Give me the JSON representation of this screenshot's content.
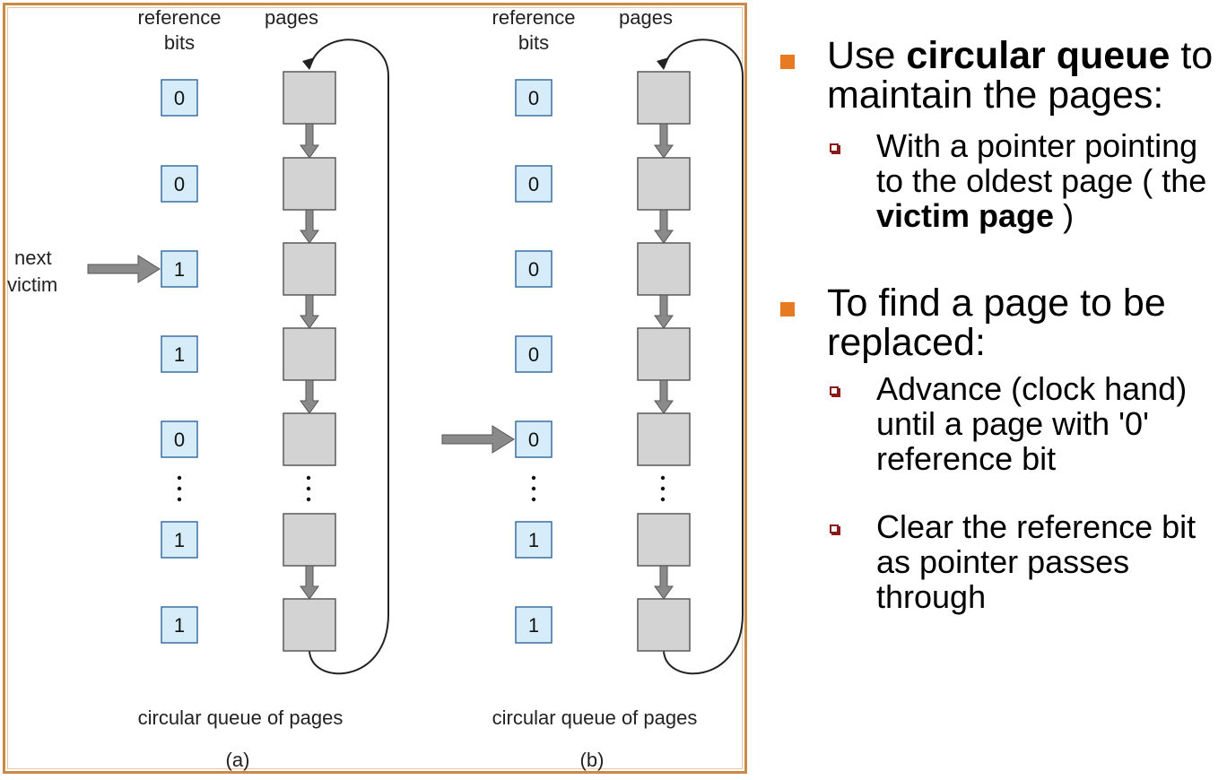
{
  "diagram": {
    "header_reference": [
      "reference",
      "bits"
    ],
    "header_pages": "pages",
    "caption": "circular queue of pages",
    "next_victim": [
      "next",
      "victim"
    ],
    "panels": [
      {
        "label": "(a)",
        "bits": [
          "0",
          "0",
          "1",
          "1",
          "0",
          "1",
          "1"
        ],
        "pointer_row": 2,
        "show_next_victim_label": true
      },
      {
        "label": "(b)",
        "bits": [
          "0",
          "0",
          "0",
          "0",
          "0",
          "1",
          "1"
        ],
        "pointer_row": 4,
        "show_next_victim_label": false
      }
    ],
    "colors": {
      "bit_fill": "#d6ecf8",
      "bit_stroke": "#3a6fa0",
      "page_fill": "#d3d3d3",
      "page_stroke": "#5a5a5a",
      "arrow_fill": "#8a8a8a",
      "frame": "#c98a48"
    }
  },
  "bullets": {
    "b1": {
      "bold": "circular queue",
      "pre": "Use ",
      "post": " to maintain the pages:"
    },
    "b1_sub": {
      "pre": "With a pointer pointing to the oldest page ( the ",
      "bold": "victim page",
      "post": " )"
    },
    "b2": "To find a page to be replaced:",
    "b2_sub1": "Advance (clock hand) until a page with '0'  reference bit",
    "b2_sub2": "Clear the reference bit as pointer passes through",
    "colors": {
      "bullet": "#e87b22",
      "sub_bullet": "#8b1a1a"
    }
  }
}
